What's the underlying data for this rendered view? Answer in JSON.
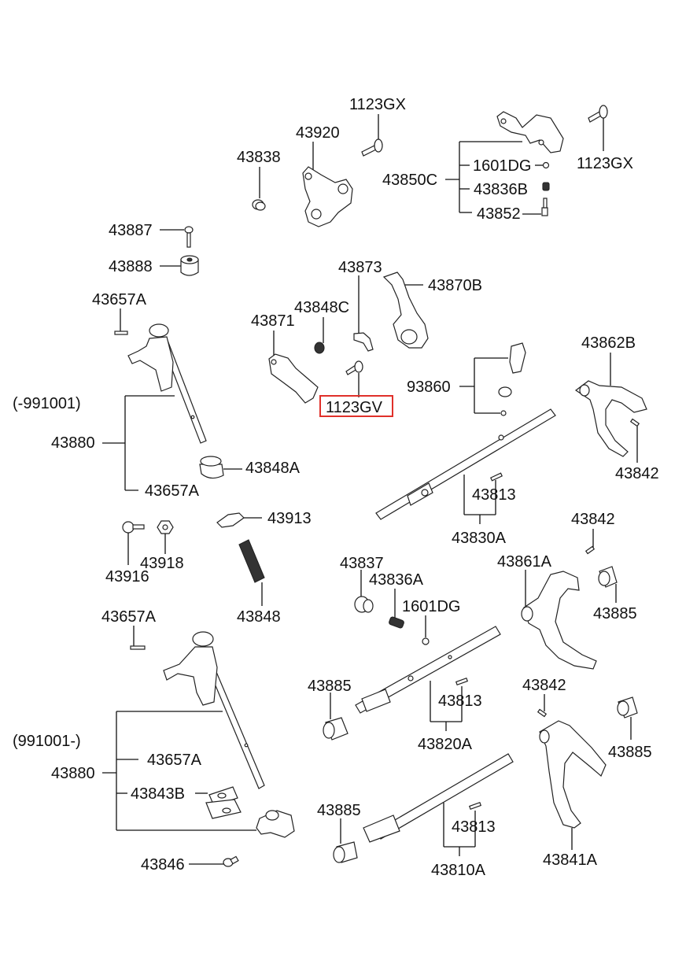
{
  "diagram": {
    "type": "exploded parts diagram",
    "highlight_color": "#e0302a",
    "highlighted_part": "1123GV",
    "labels": {
      "gx_top": "1123GX",
      "gx_right": "1123GX",
      "p43920": "43920",
      "p43838": "43838",
      "p43850C": "43850C",
      "p1601DG_top": "1601DG",
      "p43836B": "43836B",
      "p43852": "43852",
      "p43887": "43887",
      "p43888": "43888",
      "p43657A_1": "43657A",
      "p43873": "43873",
      "p43870B": "43870B",
      "p43848C": "43848C",
      "p43871": "43871",
      "p1123GV": "1123GV",
      "p93860": "93860",
      "p43862B": "43862B",
      "range_before": "(-991001)",
      "p43880_1": "43880",
      "p43848A": "43848A",
      "p43657A_2": "43657A",
      "p43842_1": "43842",
      "p43813_1": "43813",
      "p43830A": "43830A",
      "p43913": "43913",
      "p43916": "43916",
      "p43918": "43918",
      "p43848": "43848",
      "p43842_2": "43842",
      "p43837": "43837",
      "p43836A": "43836A",
      "p1601DG_mid": "1601DG",
      "p43861A": "43861A",
      "p43885_1": "43885",
      "p43657A_3": "43657A",
      "p43885_2": "43885",
      "p43813_2": "43813",
      "p43820A": "43820A",
      "p43842_3": "43842",
      "p43885_3": "43885",
      "range_after": "(991001-)",
      "p43657A_4": "43657A",
      "p43880_2": "43880",
      "p43843B": "43843B",
      "p43885_4": "43885",
      "p43813_3": "43813",
      "p43810A": "43810A",
      "p43841A": "43841A",
      "p43846": "43846"
    }
  }
}
